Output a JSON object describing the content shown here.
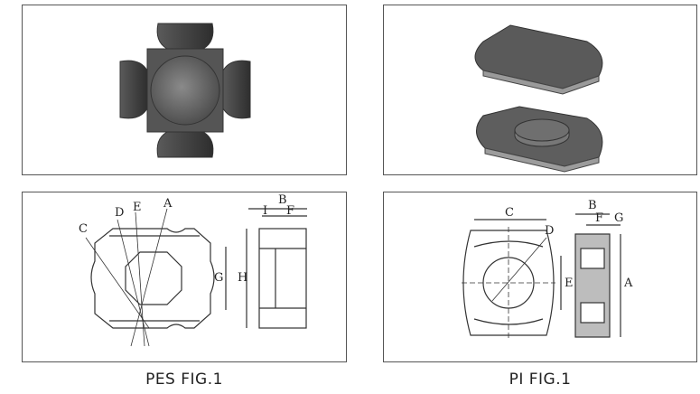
{
  "captions": {
    "left": "PES  FIG.1",
    "right": "PI  FIG.1"
  },
  "pes_labels": {
    "A": "A",
    "B": "B",
    "C": "C",
    "D": "D",
    "E": "E",
    "F": "F",
    "G": "G",
    "H": "H",
    "I": "I"
  },
  "pi_labels": {
    "A": "A",
    "B": "B",
    "C": "C",
    "D": "D",
    "E": "E",
    "F": "F",
    "G": "G"
  },
  "colors": {
    "core_dark": "#3a3a3a",
    "core_mid": "#6b6b6b",
    "core_light": "#a9a9a9",
    "frame": "#555555"
  }
}
